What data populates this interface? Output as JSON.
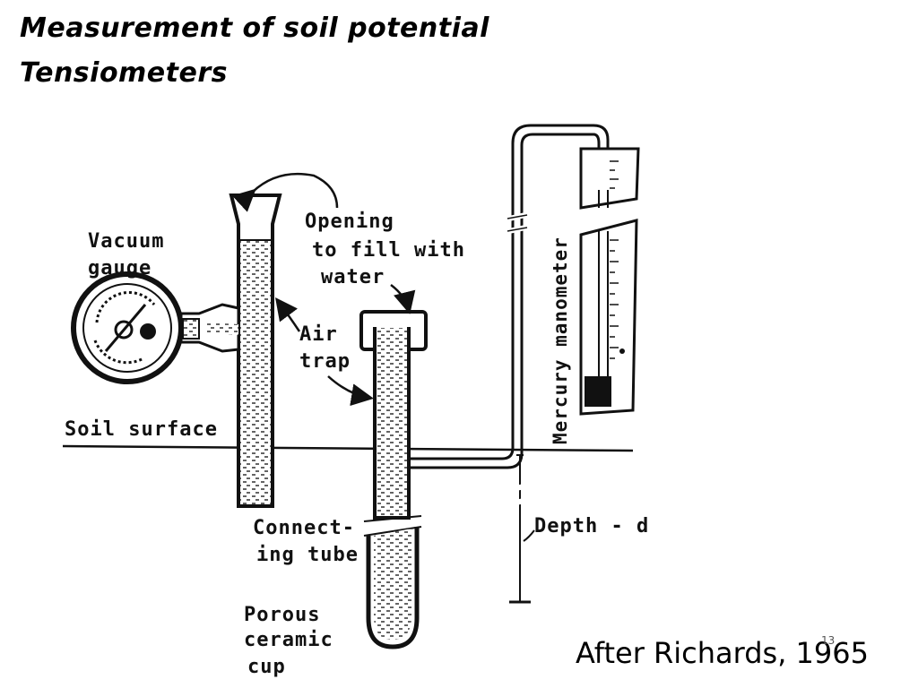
{
  "slide": {
    "title_line1": "Measurement of soil potential",
    "title_line2": "Tensiometers",
    "credit": "After Richards, 1965",
    "page_number": "13"
  },
  "diagram": {
    "labels": {
      "vacuum_1": "Vacuum",
      "vacuum_2": "gauge",
      "opening_1": "Opening",
      "opening_2": "to fill with",
      "opening_3": "water",
      "air_1": "Air",
      "air_2": "trap",
      "soil_surface": "Soil surface",
      "connect_1": "Connect-",
      "connect_2": "ing tube",
      "porous_1": "Porous",
      "porous_2": "ceramic",
      "porous_3": "cup",
      "depth": "Depth - d",
      "manometer": "Mercury manometer"
    }
  }
}
